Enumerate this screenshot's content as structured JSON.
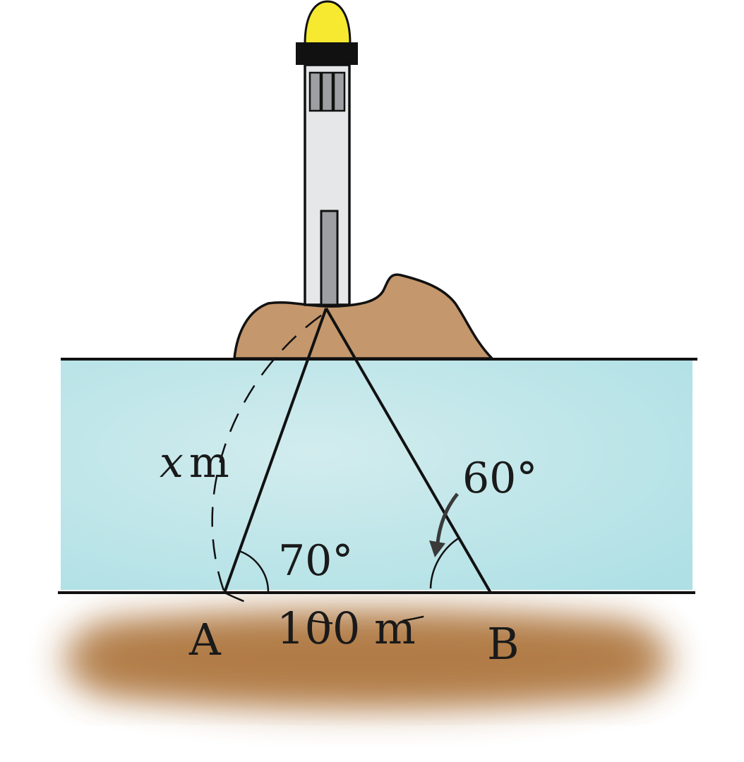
{
  "diagram": {
    "points": {
      "a": "A",
      "b": "B"
    },
    "labels": {
      "baseline": "100 m",
      "hypotenuse_var": "x",
      "hypotenuse_unit": "m",
      "angle_a": "70°",
      "angle_b": "60°"
    },
    "colors": {
      "water": "#bfe3e6",
      "rock": "#c4976c",
      "ground": "#b07a45",
      "tower": "#e6e7e9",
      "window": "#9d9fa2",
      "lamp": "#f6e930",
      "line": "#111111"
    }
  }
}
